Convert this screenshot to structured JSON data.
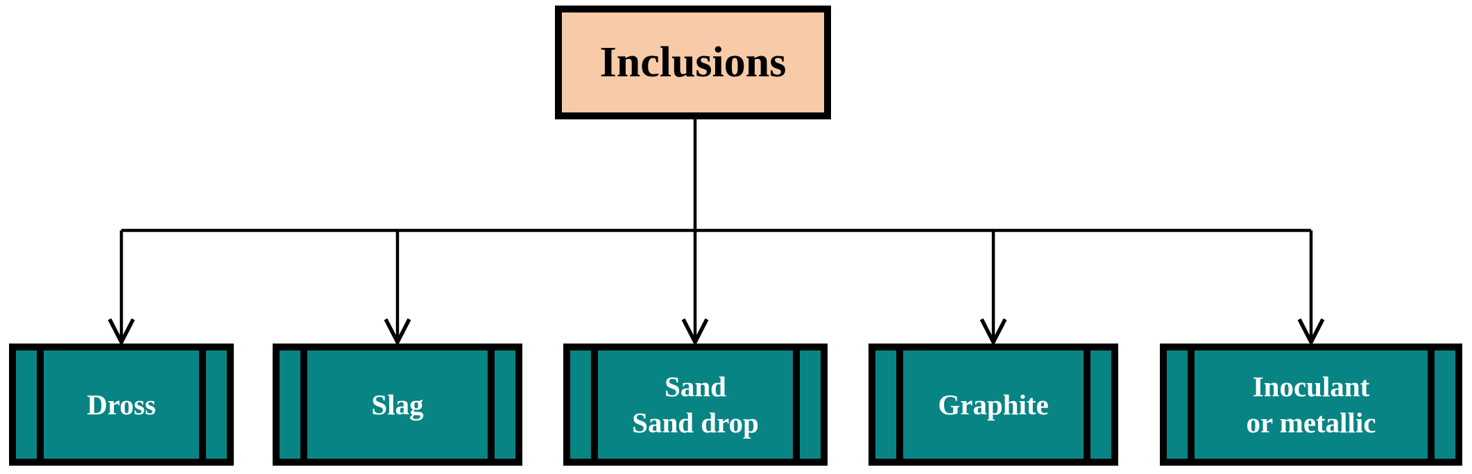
{
  "diagram": {
    "root": {
      "label": "Inclusions"
    },
    "children": [
      {
        "label": "Dross"
      },
      {
        "label": "Slag"
      },
      {
        "label": "Sand\nSand drop"
      },
      {
        "label": "Graphite"
      },
      {
        "label": "Inoculant\nor metallic"
      }
    ]
  },
  "colors": {
    "root_fill": "#f7cba8",
    "root_text": "#000000",
    "child_fill": "#088484",
    "child_text": "#ffffff",
    "outline": "#000000",
    "connector": "#000000"
  }
}
